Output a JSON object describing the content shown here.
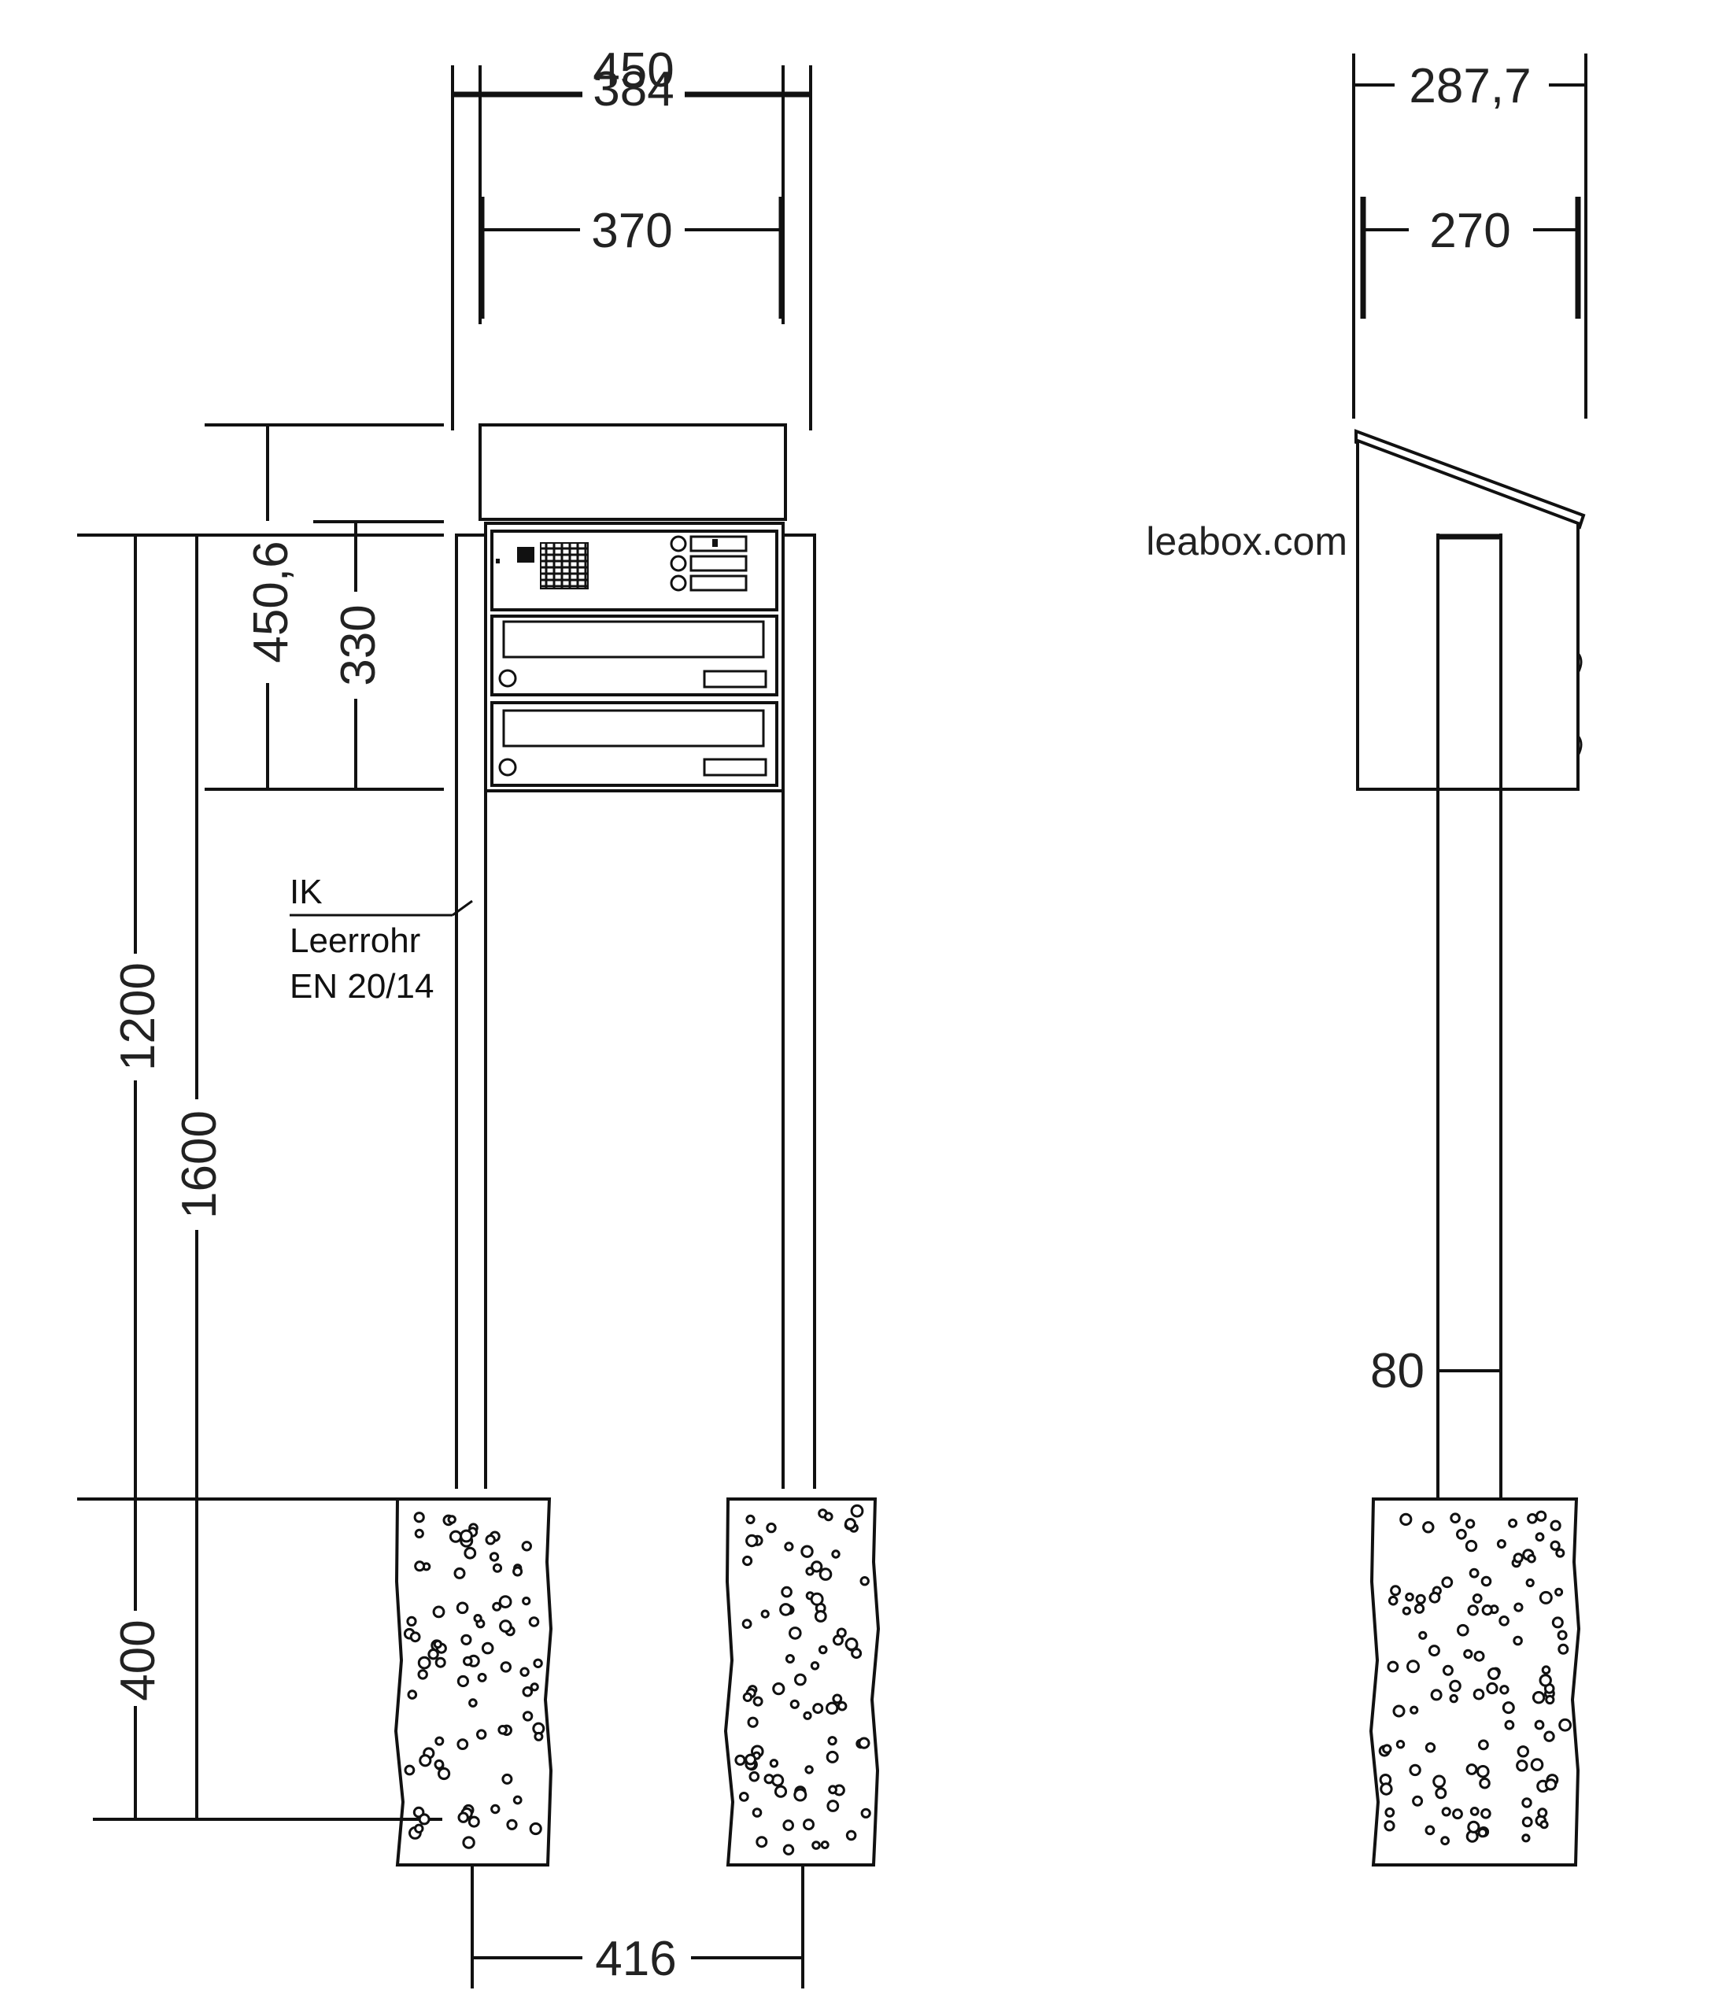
{
  "front_view": {
    "dimensions": {
      "outer_width_a": "450",
      "outer_width_b": "384",
      "inner_width": "370",
      "height_with_roof": "450,6",
      "height_box": "330",
      "height_top": "1200",
      "height_total": "1600",
      "foundation_depth": "400",
      "post_spacing": "416"
    },
    "note": {
      "line1": "IK",
      "line2": "Leerrohr",
      "line3": "EN 20/14"
    }
  },
  "side_view": {
    "dimensions": {
      "depth_with_roof": "287,7",
      "depth_box": "270",
      "post_width": "80"
    },
    "brand": "leabox.com"
  }
}
